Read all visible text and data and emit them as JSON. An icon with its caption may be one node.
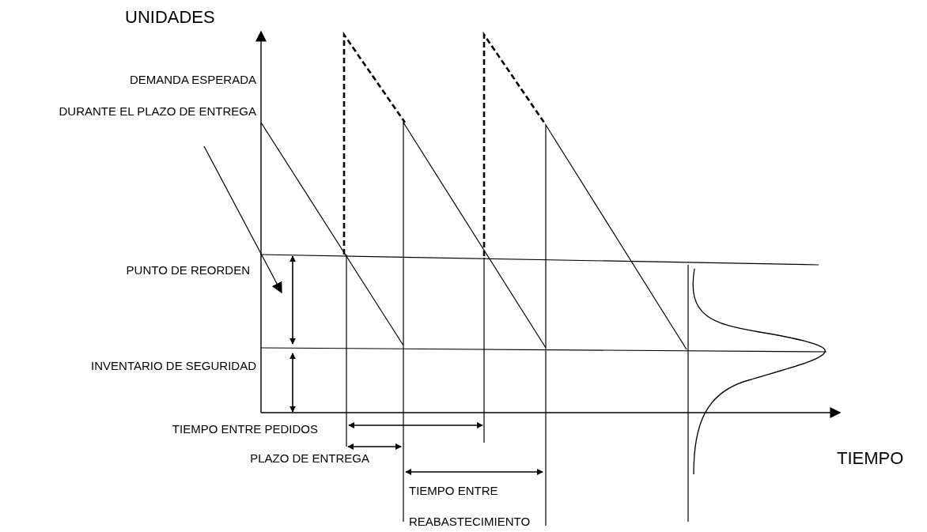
{
  "diagram": {
    "labels": [
      "UNIDADES",
      "DEMANDA ESPERADA",
      "DURANTE EL PLAZO DE ENTREGA",
      "PUNTO DE REORDEN",
      "INVENTARIO DE SEGURIDAD",
      "TIEMPO ENTRE PEDIDOS",
      "PLAZO DE ENTREGA",
      "TIEMPO",
      "TIEMPO ENTRE",
      "REABASTECIMIENTO"
    ]
  }
}
